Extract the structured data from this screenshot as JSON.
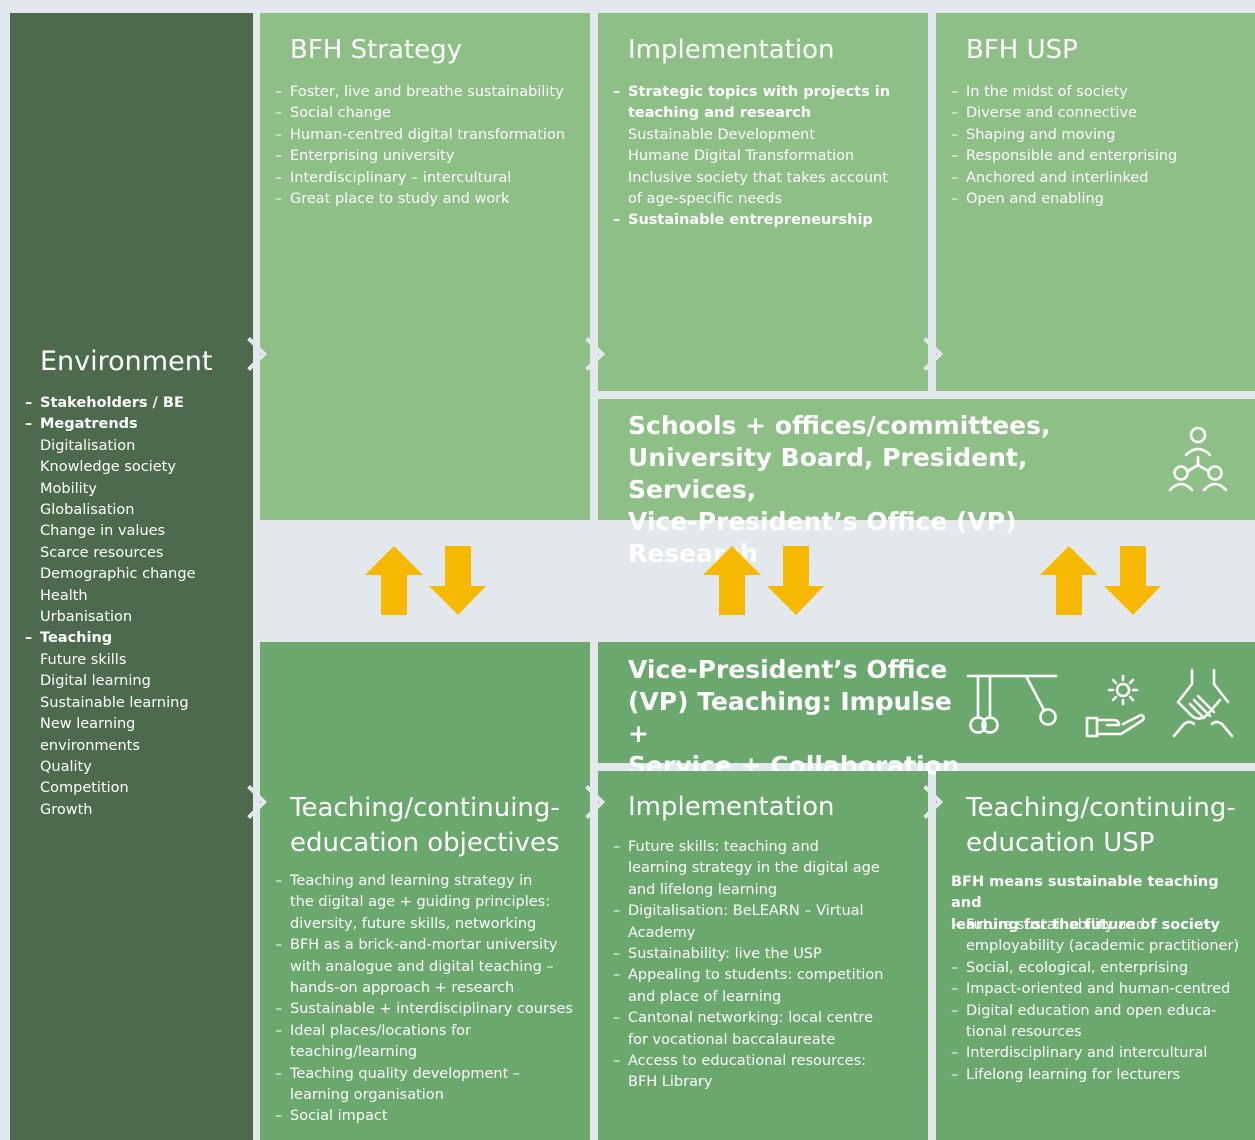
{
  "colors": {
    "env": "#4e6a4e",
    "top": "#8dbf87",
    "bottom": "#6aa86d",
    "arrow": "#f6b800",
    "background": "#e2e8ec"
  },
  "environment": {
    "title": "Environment",
    "items": [
      {
        "text": "Stakeholders / BE",
        "bold": true,
        "dash": true
      },
      {
        "text": "Megatrends",
        "bold": true,
        "dash": true
      },
      {
        "text": "Digitalisation"
      },
      {
        "text": "Knowledge society"
      },
      {
        "text": "Mobility"
      },
      {
        "text": "Globalisation"
      },
      {
        "text": "Change in values"
      },
      {
        "text": "Scarce resources"
      },
      {
        "text": "Demographic change"
      },
      {
        "text": "Health"
      },
      {
        "text": "Urbanisation"
      },
      {
        "text": "Teaching",
        "bold": true,
        "dash": true
      },
      {
        "text": "Future skills"
      },
      {
        "text": "Digital learning"
      },
      {
        "text": "Sustainable learning"
      },
      {
        "text": "New learning"
      },
      {
        "text": "environments"
      },
      {
        "text": "Quality"
      },
      {
        "text": "Competition"
      },
      {
        "text": "Growth"
      }
    ]
  },
  "strategy": {
    "title": "BFH Strategy",
    "items": [
      {
        "text": "Foster, live and breathe sustainability",
        "dash": true
      },
      {
        "text": "Social change",
        "dash": true
      },
      {
        "text": "Human-centred digital transformation",
        "dash": true
      },
      {
        "text": "Enterprising university",
        "dash": true
      },
      {
        "text": "Interdisciplinary – intercultural",
        "dash": true
      },
      {
        "text": "Great place to study and work",
        "dash": true
      }
    ]
  },
  "implementation_top": {
    "title": "Implementation",
    "items": [
      {
        "text": "Strategic topics with projects in",
        "bold": true,
        "dash": true
      },
      {
        "text": "teaching and research",
        "bold": true
      },
      {
        "text": "Sustainable Development"
      },
      {
        "text": "Humane Digital Transformation"
      },
      {
        "text": "Inclusive society that takes account"
      },
      {
        "text": "of age-specific needs"
      },
      {
        "text": "Sustainable entrepreneurship",
        "bold": true,
        "dash": true
      }
    ]
  },
  "usp": {
    "title": "BFH USP",
    "items": [
      {
        "text": "In the midst of society",
        "dash": true
      },
      {
        "text": "Diverse and connective",
        "dash": true
      },
      {
        "text": "Shaping and moving",
        "dash": true
      },
      {
        "text": "Responsible and enterprising",
        "dash": true
      },
      {
        "text": "Anchored and interlinked",
        "dash": true
      },
      {
        "text": "Open and enabling",
        "dash": true
      }
    ]
  },
  "schools": {
    "lines": [
      "Schools + offices/committees,",
      "University Board, President, Services,",
      "Vice-President’s Office (VP) Research"
    ],
    "icon": "people-network-icon"
  },
  "vp_teaching": {
    "lines": [
      "Vice-President’s Office",
      "(VP) Teaching: Impulse +",
      "Service + Collaboration"
    ],
    "icons": [
      "newtons-cradle-icon",
      "hand-gear-icon",
      "handshake-icon"
    ]
  },
  "objectives": {
    "title_lines": [
      "Teaching/continuing-",
      "education objectives"
    ],
    "items": [
      {
        "text": "Teaching and learning strategy in",
        "dash": true
      },
      {
        "text": "the digital age + guiding principles:"
      },
      {
        "text": "diversity, future skills, networking"
      },
      {
        "text": "BFH as a brick-and-mortar university",
        "dash": true
      },
      {
        "text": "with analogue and digital teaching –"
      },
      {
        "text": "hands-on approach + research"
      },
      {
        "text": "Sustainable + interdisciplinary courses",
        "dash": true
      },
      {
        "text": "Ideal places/locations for",
        "dash": true
      },
      {
        "text": "teaching/learning"
      },
      {
        "text": "Teaching quality development –",
        "dash": true
      },
      {
        "text": "learning organisation"
      },
      {
        "text": "Social impact",
        "dash": true
      }
    ]
  },
  "implementation_bottom": {
    "title": "Implementation",
    "items": [
      {
        "text": "Future skills: teaching and",
        "dash": true
      },
      {
        "text": "learning strategy in the digital age"
      },
      {
        "text": "and lifelong learning"
      },
      {
        "text": "Digitalisation: BeLEARN – Virtual",
        "dash": true
      },
      {
        "text": "Academy"
      },
      {
        "text": "Sustainability: live the USP",
        "dash": true
      },
      {
        "text": "Appealing to students: competition",
        "dash": true
      },
      {
        "text": "and place of learning"
      },
      {
        "text": "Cantonal networking: local centre",
        "dash": true
      },
      {
        "text": "for vocational baccalaureate"
      },
      {
        "text": "Access to educational resources:",
        "dash": true
      },
      {
        "text": "BFH Library"
      }
    ]
  },
  "teaching_usp": {
    "title_lines": [
      "Teaching/continuing-",
      "education USP"
    ],
    "lead": [
      "BFH means sustainable teaching and",
      "learning for the future of society"
    ],
    "items": [
      {
        "text": "Future sustainability and",
        "dash": true
      },
      {
        "text": "employability (academic practitioner)"
      },
      {
        "text": "Social, ecological, enterprising",
        "dash": true
      },
      {
        "text": "Impact-oriented and human-centred",
        "dash": true
      },
      {
        "text": "Digital education and open educa-",
        "dash": true
      },
      {
        "text": "tional resources"
      },
      {
        "text": "Interdisciplinary and intercultural",
        "dash": true
      },
      {
        "text": "Lifelong learning for lecturers",
        "dash": true
      }
    ]
  },
  "arrows": [
    "up-down-arrows-icon",
    "up-down-arrows-icon",
    "up-down-arrows-icon"
  ]
}
